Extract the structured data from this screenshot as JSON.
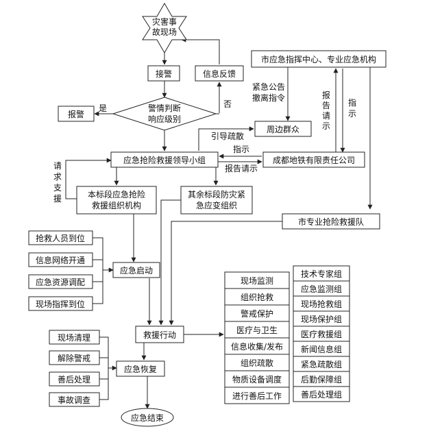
{
  "nodes": {
    "disaster_scene": [
      "灾害事",
      "故现场"
    ],
    "receive_alert": "接警",
    "info_feedback": "信息反馈",
    "judge": [
      "警情判断",
      "响应级别"
    ],
    "report_alarm": "报警",
    "yes_label": "是",
    "no_label": "否",
    "city_center": "市应急指挥中心、专业应急机构",
    "urgent_notice": [
      "紧急公告",
      "撤离指令"
    ],
    "report_request_v": [
      "报",
      "告",
      "请",
      "示"
    ],
    "instruct_v": [
      "指",
      "示"
    ],
    "nearby_public": "周边群众",
    "guide_evacuate": "引导疏散",
    "instruct": "指示",
    "report_request": "报告请示",
    "leading_group": "应急抢险救援领导小组",
    "metro_company": "成都地铁有限责任公司",
    "request_support": [
      "请",
      "求",
      "支",
      "援"
    ],
    "section_org": [
      "本标段应急抢险",
      "救援组织机构"
    ],
    "other_sections": [
      "其余标段防灾紧",
      "急应变组织"
    ],
    "city_rescue_team": "市专业抢险救援队",
    "prep_items": [
      "抢救人员到位",
      "信息网络开通",
      "应急资源调配",
      "现场指挥到位"
    ],
    "emergency_start": "应急启动",
    "rescue_action": "救援行动",
    "actions": [
      "现场监测",
      "组织抢救",
      "警戒保护",
      "医疗与卫生",
      "信息收集/发布",
      "组织疏散",
      "物质设备调度",
      "进行善后工作"
    ],
    "teams": [
      "技术专家组",
      "应急监测组",
      "现场抢救组",
      "现场保护组",
      "医疗救援组",
      "新闻信息组",
      "紧急疏散组",
      "后勤保障组",
      "善后处理组"
    ],
    "recovery_items": [
      "现场清理",
      "解除警戒",
      "善后处理",
      "事故调查"
    ],
    "emergency_recovery": "应急恢复",
    "emergency_end": "应急结束"
  }
}
